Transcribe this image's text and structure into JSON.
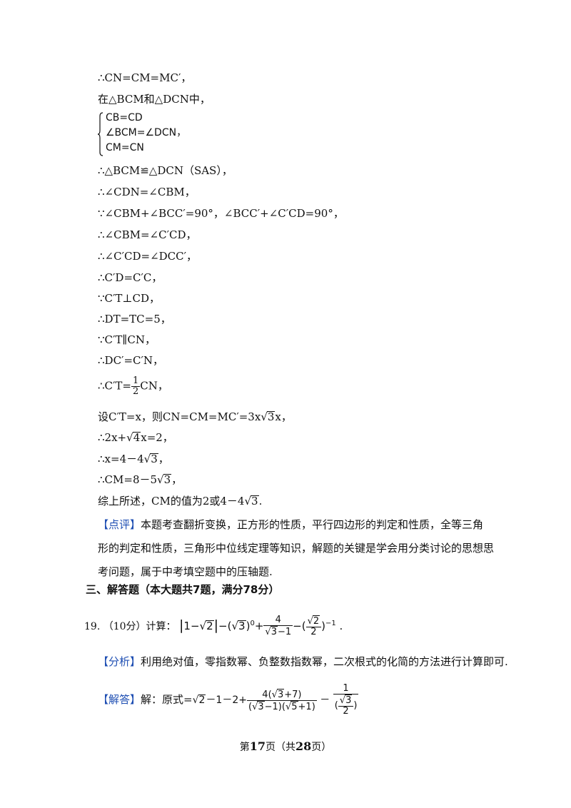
{
  "lines": [
    "∴CN=CM=MC′，",
    "在△BCM和△DCN中，",
    "∴△BCM≌△DCN（SAS），",
    "∴∠CDN=∠CBM，",
    "∵∠CBM+∠BCC′=90°，∠BCC′+∠C′CD=90°，",
    "∴∠CBM=∠C′CD，",
    "∴∠C′CD=∠DCC′，",
    "∴C′D=C′C，",
    "∵C′T⊥CD，",
    "∴DT=TC=5，",
    "∵C′T∥CN，",
    "∴DC′=C′N，"
  ],
  "brace_lines": [
    "CB=CD",
    "∠BCM=∠DCN，",
    "CM=CN"
  ],
  "line_half_pre": "∴C′T=",
  "line_half_num": "1",
  "line_half_den": "2",
  "line_half_post": "CN，",
  "line_set_pre": "设C′T=x，则CN=CM=MC′=3x",
  "line_set_rad": "3",
  "line_set_post": "x，",
  "line_eq_pre": "∴2x+",
  "line_eq_rad": "4",
  "line_eq_post": "x=2，",
  "line_x_pre": "∴x=4－4",
  "line_x_rad": "3",
  "line_x_post": "，",
  "line_cm_pre": "∴CM=8－5",
  "line_cm_rad": "3",
  "line_cm_post": "，",
  "line_sum_pre": "综上所述，CM的值为2或4－4",
  "line_sum_rad": "3",
  "line_sum_post": ".",
  "comment_tag": "【点评】",
  "comment_text": "本题考查翻折变换，正方形的性质，平行四边形的判定和性质，全等三角形的判定和性质，三角形中位线定理等知识，解题的关键是学会用分类讨论的思想思考问题，属于中考填空题中的压轴题.",
  "section_title": "三、解答题（本大题共7题，满分78分）",
  "q19_no": "19.",
  "q19_score": "（10分）计算：",
  "analysis_tag": "【分析】",
  "analysis_text": "利用绝对值，零指数幂、负整数指数幂，二次根式的化简的方法进行计算即可.",
  "answer_tag": "【解答】",
  "answer_text": "解：原式=",
  "footer_pre": "第",
  "footer_page": "17",
  "footer_mid": "页（共",
  "footer_total": "28",
  "footer_post": "页）"
}
